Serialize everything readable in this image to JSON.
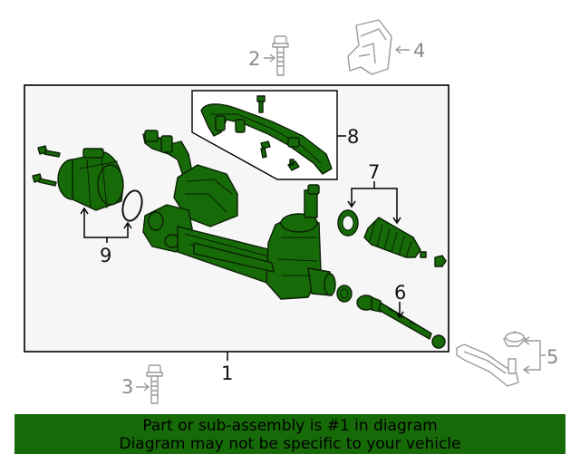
{
  "diagram": {
    "callouts": {
      "c1": "1",
      "c2": "2",
      "c3": "3",
      "c4": "4",
      "c5": "5",
      "c6": "6",
      "c7": "7",
      "c8": "8",
      "c9": "9"
    },
    "colors": {
      "part_fill": "#176a08",
      "part_stroke": "#0a1f04",
      "frame": "#000000",
      "frame_bg": "#f6f6f6",
      "grey_part": "#9a9a9a"
    }
  },
  "banner": {
    "line1": "Part or sub-assembly is #1 in diagram",
    "line2": "Diagram may not be specific to your vehicle",
    "color": "#176a08"
  }
}
